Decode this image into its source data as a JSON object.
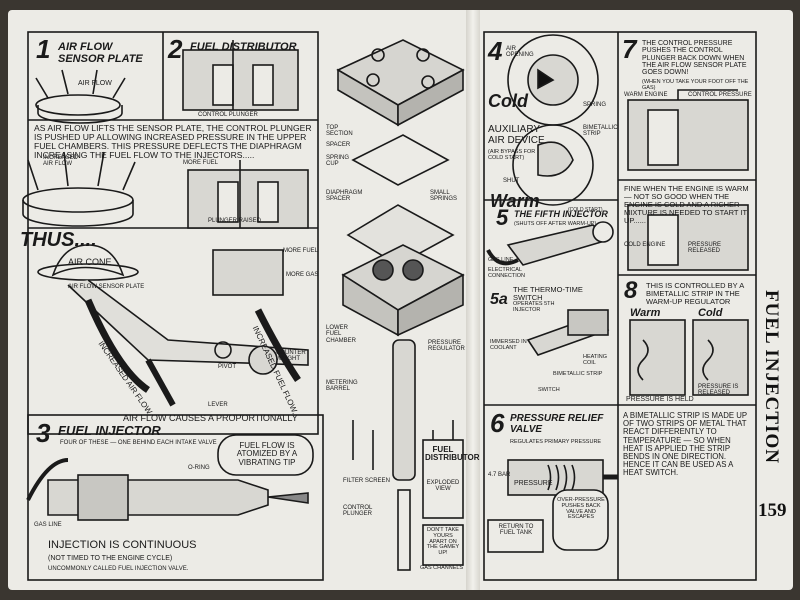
{
  "book": {
    "section": "FUEL INJECTION",
    "page_number": "159"
  },
  "left_page": {
    "p1_number": "1",
    "p1_title": "Air Flow Sensor Plate",
    "p1_airflow": "Air Flow",
    "p2_number": "2",
    "p2_title": "Fuel Distributor",
    "p2_plunger": "Control Plunger",
    "p2_plunger_raised": "Plunger Raised",
    "p2_body": "As air flow lifts the sensor plate, the control plunger is pushed up allowing increased pressure in the upper fuel chambers. This pressure deflects the diaphragm increasing the fuel flow to the injectors.....",
    "p2_increased": "Increased Air Flow",
    "p2_more_fuel": "More Fuel",
    "thus": "Thus....",
    "air_cone": "Air Cone",
    "sensor_plate": "Air Flow Sensor Plate",
    "more_fuel": "More Fuel",
    "more_gas": "More Gas",
    "pivot": "Pivot",
    "lever": "Lever",
    "counterweight": "Counter Weight",
    "increased_air": "Increased Air Flow",
    "increased_fuel": "Increased Fuel Flow.",
    "causes": "Air flow causes a proportionally",
    "p3_number": "3",
    "p3_title": "Fuel Injector",
    "p3_sub": "Four of these — one behind each intake valve",
    "p3_callout": "Fuel flow is atomized by a vibrating tip",
    "p3_gasline": "Gas Line",
    "p3_oring": "O-Ring",
    "p3_continuous": "Injection is continuous",
    "p3_not_timed": "(Not timed to the engine cycle)",
    "p3_footnote": "Uncommonly called fuel injection valve."
  },
  "center": {
    "top_section": "Top Section",
    "spacer": "Spacer",
    "spring_cup": "Spring Cup",
    "diaphragm": "Diaphragm Spacer",
    "small_springs": "Small Springs",
    "lower_chamber": "Lower Fuel Chamber",
    "pressure_reg": "Pressure Regulator",
    "metering": "Metering Barrel",
    "filter": "Filter Screen",
    "control_plunger": "Control Plunger",
    "label_title": "Fuel Distributor",
    "label_view": "Exploded View",
    "warning": "Don't take yours apart on the Gamey Up!",
    "gas_channels": "Gas Channels"
  },
  "right_page": {
    "p4_number": "4",
    "p4_air_opening": "Air Opening",
    "p4_cold": "Cold",
    "p4_title": "Auxiliary Air Device",
    "p4_sub": "(Air bypass for cold start)",
    "p4_spring": "Spring",
    "p4_bimetallic": "Bimetallic Strip",
    "p4_shut": "Shut",
    "p4_warm": "Warm",
    "p7_number": "7",
    "p7_text": "The control pressure pushes the control plunger back down when the air flow sensor plate goes down!",
    "p7_sub": "(When you take your foot off the gas)",
    "p7_warm_engine": "Warm Engine",
    "p7_control_pressure": "Control Pressure",
    "p7_fine": "Fine when the engine is warm — not so good when the engine is cold and a richer mixture is needed to start it up......",
    "p7_cold_engine": "Cold Engine",
    "p7_pressure_released": "Pressure Released",
    "p5_number": "5",
    "p5_title": "The Fifth Injector",
    "p5_cold_start": "(Cold Start)",
    "p5_shuts_off": "(Shuts off after warm-up)",
    "p5_electrical": "Electrical Connection",
    "p5_gasline": "Gas Line",
    "p5a_number": "5a",
    "p5a_title": "The Thermo-Time Switch",
    "p5a_sub": "Operates 5th injector",
    "p5a_immersed": "Immersed in coolant",
    "p5a_heating": "Heating Coil",
    "p5a_strip": "Bimetallic Strip",
    "p5a_switch": "Switch",
    "p8_number": "8",
    "p8_text": "This is controlled by a bimetallic strip in the warm-up regulator",
    "p8_warm": "Warm",
    "p8_cold": "Cold",
    "p8_pressure_held": "Pressure is held",
    "p8_pressure_released": "Pressure is released",
    "p6_number": "6",
    "p6_title": "Pressure Relief Valve",
    "p6_sub": "Regulates primary pressure",
    "p6_pressure": "Pressure",
    "p6_psi": "4.7 bar",
    "p6_return": "Return to fuel tank",
    "p6_over": "Over-pressure pushes back valve and escapes",
    "p8_body": "A bimetallic strip is made up of two strips of metal that react differently to temperature — so when heat is applied the strip bends in one direction. Hence it can be used as a heat switch."
  }
}
